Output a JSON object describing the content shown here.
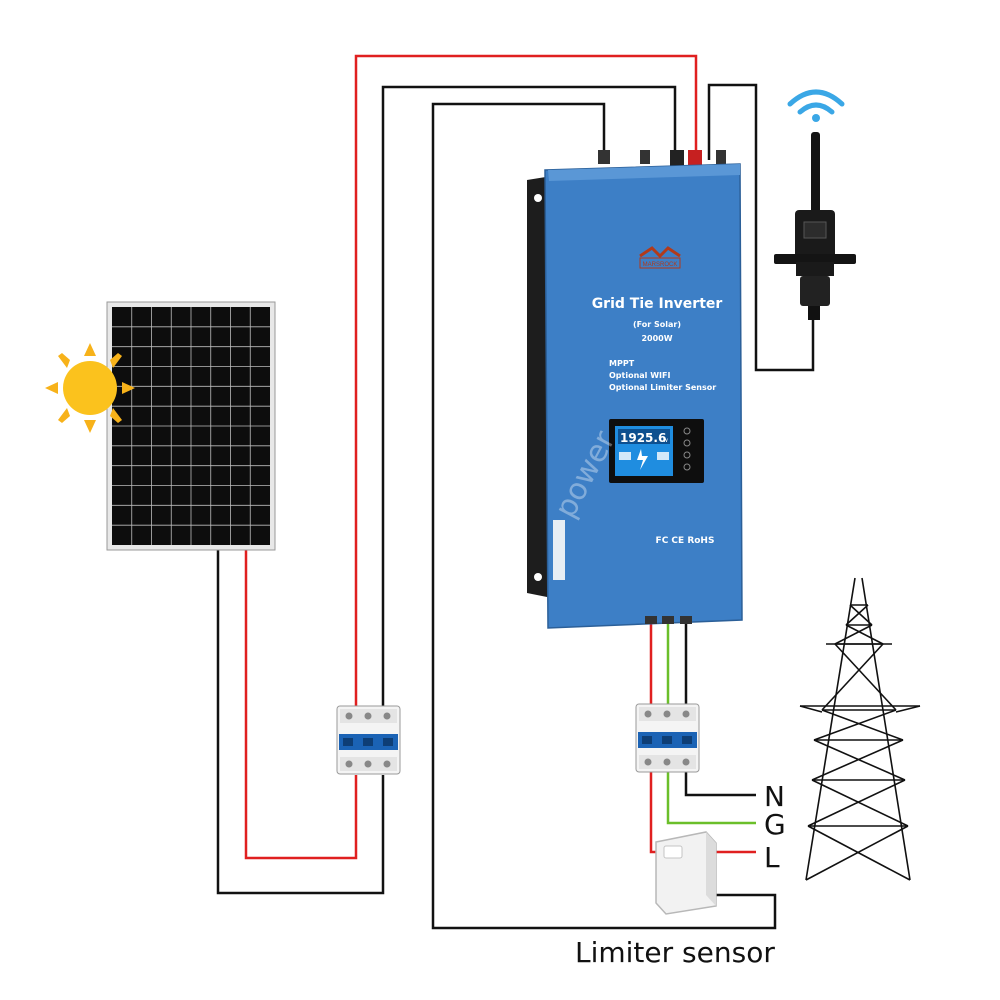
{
  "inverter": {
    "brand": "MARSROCK",
    "title": "Grid Tie Inverter",
    "subtitle": "(For Solar)",
    "power": "2000W",
    "feature_1": "MPPT",
    "feature_2": "Optional WIFI",
    "feature_3": "Optional Limiter Sensor",
    "display_value": "1925.6",
    "display_unit": "w",
    "certifications": "FC CE RoHS",
    "body_color": "#3d7fc6",
    "screen_color": "#1f8de0"
  },
  "grid": {
    "terminal_n": "N",
    "terminal_g": "G",
    "terminal_l": "L"
  },
  "sensor": {
    "label": "Limiter sensor"
  },
  "wiring": {
    "positive_color": "#e02020",
    "negative_color": "#111111",
    "ground_color": "#6bbf2a"
  },
  "watermark": "power",
  "icons": {
    "sun": "sun-icon",
    "wifi": "wifi-signal-icon",
    "panel": "solar-panel-icon",
    "tower": "transmission-tower-icon",
    "breaker": "circuit-breaker-icon",
    "dongle": "wifi-dongle-icon",
    "ct_clamp": "current-clamp-icon"
  }
}
